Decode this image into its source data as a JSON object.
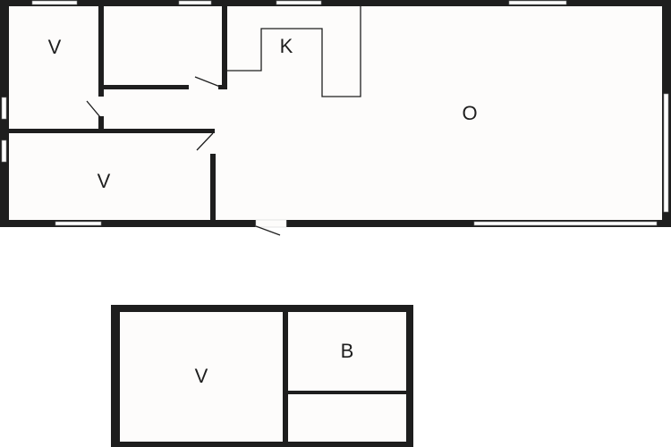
{
  "diagram": {
    "type": "floor-plan",
    "colors": {
      "wall": "#1e1e1e",
      "floor": "#fdfcfb",
      "background": "#ffffff",
      "window": "#ffffff"
    },
    "main_building": {
      "rooms": [
        {
          "id": "bedroom-top-left",
          "label": "V"
        },
        {
          "id": "room-top-middle",
          "label": ""
        },
        {
          "id": "kitchen",
          "label": "K"
        },
        {
          "id": "living-room",
          "label": "O"
        },
        {
          "id": "bedroom-bottom-left",
          "label": "V"
        }
      ]
    },
    "annex_building": {
      "rooms": [
        {
          "id": "bedroom-annex",
          "label": "V"
        },
        {
          "id": "bathroom",
          "label": "B"
        },
        {
          "id": "storage-annex",
          "label": ""
        }
      ]
    }
  }
}
